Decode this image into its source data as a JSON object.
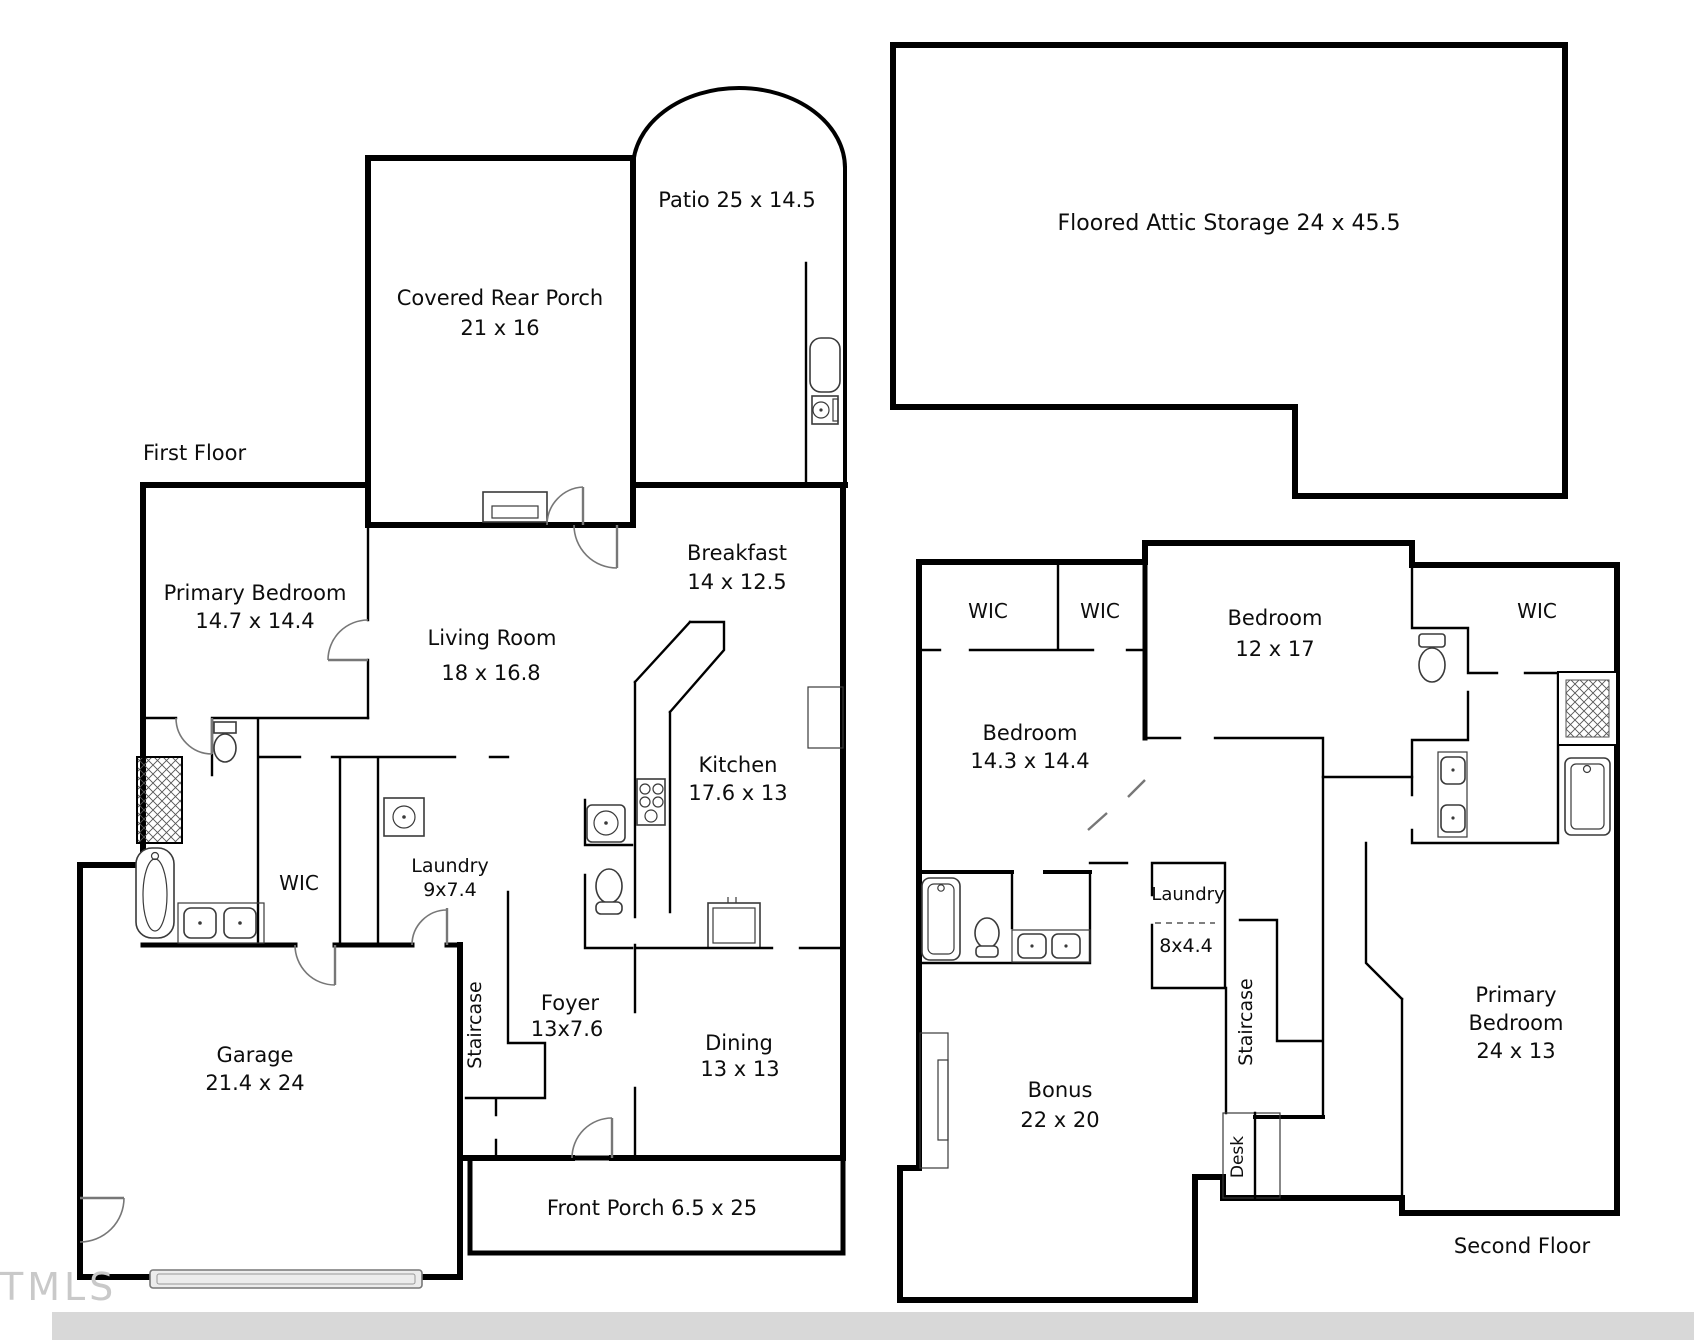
{
  "watermark": "TMLS",
  "accent_colors": {
    "walls": "#000000",
    "fixtures": "#3a3a3a",
    "watermark": "#c9c9c9",
    "footer_strip": "#d8d8d8"
  },
  "attic": {
    "label": "Floored Attic Storage 24 x 45.5"
  },
  "first_floor": {
    "title": "First Floor",
    "covered_rear_porch": {
      "name": "Covered Rear Porch",
      "dims": "21 x 16"
    },
    "patio": {
      "label": "Patio 25 x 14.5"
    },
    "primary_bedroom": {
      "name": "Primary Bedroom",
      "dims": "14.7 x 14.4"
    },
    "living_room": {
      "name": "Living Room",
      "dims": "18 x 16.8"
    },
    "breakfast": {
      "name": "Breakfast",
      "dims": "14 x 12.5"
    },
    "kitchen": {
      "name": "Kitchen",
      "dims": "17.6 x 13"
    },
    "wic": {
      "label": "WIC"
    },
    "laundry": {
      "name": "Laundry",
      "dims": "9x7.4"
    },
    "staircase": {
      "label": "Staircase"
    },
    "foyer": {
      "name": "Foyer",
      "dims": "13x7.6"
    },
    "dining": {
      "name": "Dining",
      "dims": "13 x 13"
    },
    "garage": {
      "name": "Garage",
      "dims": "21.4 x 24"
    },
    "front_porch": {
      "label": "Front Porch 6.5 x 25"
    }
  },
  "second_floor": {
    "title": "Second Floor",
    "wic_left_a": {
      "label": "WIC"
    },
    "wic_left_b": {
      "label": "WIC"
    },
    "wic_right": {
      "label": "WIC"
    },
    "bedroom_left": {
      "name": "Bedroom",
      "dims": "14.3 x 14.4"
    },
    "bedroom_middle": {
      "name": "Bedroom",
      "dims": "12 x 17"
    },
    "laundry": {
      "name": "Laundry",
      "dims": "8x4.4"
    },
    "staircase": {
      "label": "Staircase"
    },
    "desk": {
      "label": "Desk"
    },
    "bonus": {
      "name": "Bonus",
      "dims": "22 x 20"
    },
    "primary_bedroom": {
      "line1": "Primary",
      "line2": "Bedroom",
      "dims": "24 x 13"
    }
  }
}
